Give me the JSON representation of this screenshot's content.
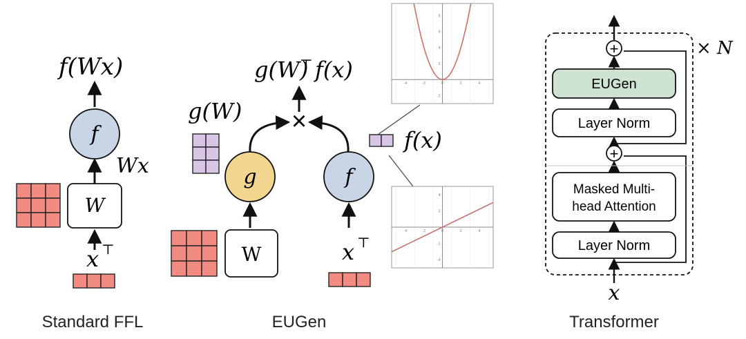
{
  "panels": {
    "ffl": {
      "caption": "Standard FFL",
      "output_label": "f(Wx)",
      "f_node": "f",
      "wx_label": "Wx",
      "w_box": "W",
      "input_label": "x",
      "input_sup": "⊤"
    },
    "eugen": {
      "caption": "EUGen",
      "output_label": "g(W)",
      "output_sup": "⊤",
      "output_tail": "f(x)",
      "gw_label": "g(W)",
      "fx_label": "f(x)",
      "g_node": "g",
      "f_node": "f",
      "w_box": "W",
      "input_label": "x",
      "input_sup": "⊤",
      "multiply_symbol": "×"
    },
    "transformer": {
      "caption": "Transformer",
      "repeat_label": "× N",
      "input_label": "x",
      "blocks": [
        "EUGen",
        "Layer Norm",
        "Masked Multi-",
        "head Attention",
        "Layer Norm"
      ],
      "plus_symbol": "+"
    }
  },
  "plots": {
    "top": {
      "type": "line",
      "curve": "parabola",
      "x_ticks": [
        "-4",
        "-2",
        "0",
        "2",
        "4"
      ],
      "y_ticks": [
        "8",
        "6",
        "4",
        "2",
        "-2"
      ]
    },
    "bottom": {
      "type": "line",
      "curve": "linear",
      "x_ticks": [
        "-4",
        "-2",
        "0",
        "2",
        "4"
      ],
      "y_ticks": [
        "4",
        "2",
        "-2",
        "-4"
      ]
    }
  },
  "colors": {
    "node_blue": "#c8d5e6",
    "node_yellow": "#f2d690",
    "grid_red": "#f28b82",
    "grid_purple": "#d9c5e6",
    "eugen_green": "#cfe3d3",
    "curve": "#c9716b"
  }
}
